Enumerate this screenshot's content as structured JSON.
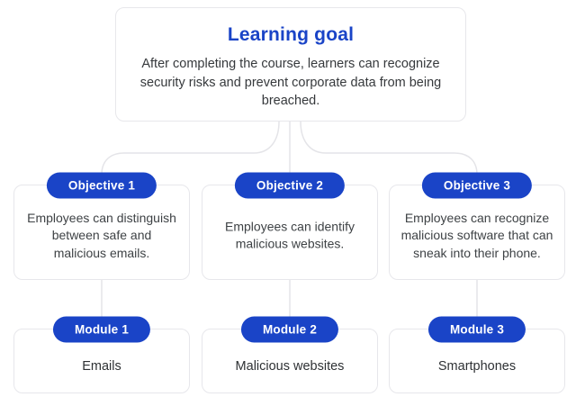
{
  "colors": {
    "accent_blue": "#1a44c7",
    "connector_gray": "#e4e4e8",
    "card_border": "#e7e7eb"
  },
  "goal": {
    "title": "Learning goal",
    "text": "After completing the course, learners can recognize security risks and prevent corporate data from being breached."
  },
  "objectives": [
    {
      "badge": "Objective 1",
      "text": "Employees can distinguish between safe and malicious emails."
    },
    {
      "badge": "Objective 2",
      "text": "Employees can identify malicious websites."
    },
    {
      "badge": "Objective 3",
      "text": "Employees can recognize malicious software that can sneak into their phone."
    }
  ],
  "modules": [
    {
      "badge": "Module 1",
      "text": "Emails"
    },
    {
      "badge": "Module 2",
      "text": "Malicious websites"
    },
    {
      "badge": "Module 3",
      "text": "Smartphones"
    }
  ]
}
